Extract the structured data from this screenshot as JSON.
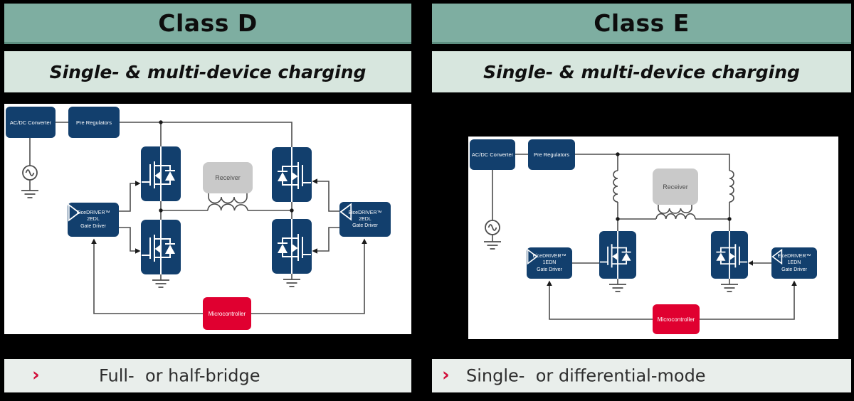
{
  "colors": {
    "header_teal": "#7EAEA1",
    "subtitle_green": "#D7E6DE",
    "bullet_bar": "#E9EEEB",
    "box_blue": "#123F6D",
    "box_red": "#E00030",
    "receiver_gray": "#C9C9C9",
    "wire_gray": "#4D4D4D",
    "chevron_red": "#D2103B"
  },
  "panels": [
    {
      "title": "Class D",
      "subtitle": "Single- & multi-device charging",
      "bullet_marker": "›",
      "bullet_text": "Full-  or half-bridge",
      "diagram": {
        "acdc_label": "AC/DC Converter",
        "prereg_label": "Pre Regulators",
        "driver_line1": "EiceDRIVER™",
        "driver_line2": "2EDL",
        "driver_line3": "Gate Driver",
        "receiver_label": "Receiver",
        "mcu_label": "Microcontroller"
      }
    },
    {
      "title": "Class E",
      "subtitle": "Single- & multi-device charging",
      "bullet_marker": "›",
      "bullet_text": "Single-  or differential-mode",
      "diagram": {
        "acdc_label": "AC/DC Converter",
        "prereg_label": "Pre Regulators",
        "driver_line1": "EiceDRIVER™",
        "driver_line2": "1EDN",
        "driver_line3": "Gate Driver",
        "receiver_label": "Receiver",
        "mcu_label": "Microcontroller"
      }
    }
  ]
}
